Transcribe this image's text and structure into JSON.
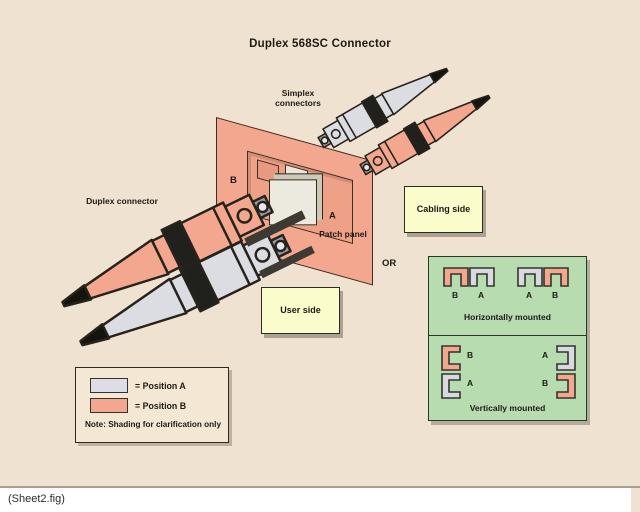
{
  "title": "Duplex 568SC Connector",
  "labels": {
    "simplex": "Simplex connectors",
    "duplex": "Duplex connector",
    "or": "OR"
  },
  "panel": {
    "letter_b": "B",
    "letter_a": "A",
    "caption": "Patch panel"
  },
  "callouts": {
    "cabling": "Cabling side",
    "user": "User side"
  },
  "mounting": {
    "horizontal": {
      "caption": "Horizontally mounted",
      "pair1": {
        "left": "B",
        "right": "A"
      },
      "pair2": {
        "left": "A",
        "right": "B"
      }
    },
    "vertical": {
      "caption": "Vertically mounted",
      "left_top": "B",
      "left_bottom": "A",
      "right_top": "A",
      "right_bottom": "B"
    }
  },
  "legend": {
    "position_a_label": "= Position A",
    "position_b_label": "= Position B",
    "note": "Note: Shading for clarification only"
  },
  "footer": {
    "caption": "(Sheet2.fig)"
  },
  "colors": {
    "background": "#f0e2d0",
    "panel_salmon": "#f2a78e",
    "connector_gray": "#dcdde2",
    "connector_salmon": "#f2a78e",
    "callout_yellow": "#fbfccb",
    "mounting_green": "#b7dcb0",
    "position_a": "#d9dae1",
    "position_b": "#f2a78e"
  }
}
